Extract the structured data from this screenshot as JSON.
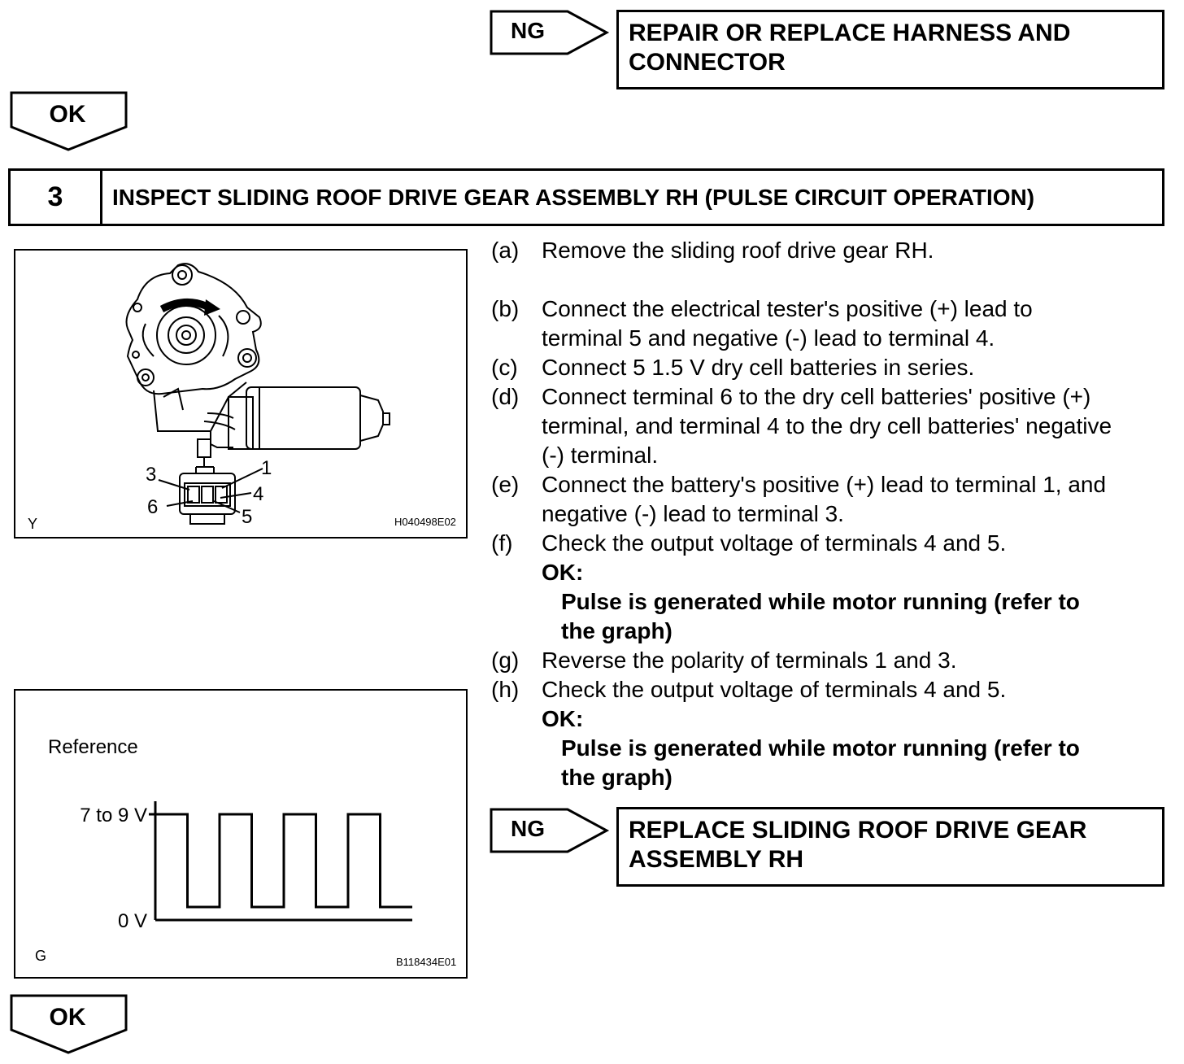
{
  "top_ng": {
    "tag": "NG",
    "result": "REPAIR OR REPLACE HARNESS AND CONNECTOR",
    "result_line1": "REPAIR OR REPLACE HARNESS AND",
    "result_line2": "CONNECTOR"
  },
  "ok_tag_1": "OK",
  "step_header": {
    "number": "3",
    "title": "INSPECT SLIDING ROOF DRIVE GEAR ASSEMBLY RH (PULSE CIRCUIT OPERATION)"
  },
  "figure_1": {
    "corner_label": "Y",
    "id": "H040498E02",
    "terminal_labels": [
      "1",
      "3",
      "4",
      "5",
      "6"
    ]
  },
  "figure_2": {
    "reference_label": "Reference",
    "corner_label": "G",
    "id": "B118434E01"
  },
  "chart_data": {
    "type": "line",
    "title": "Reference",
    "y_labels": [
      "7 to 9 V",
      "0 V"
    ],
    "series": [
      {
        "states": [
          "high",
          "low",
          "high",
          "low",
          "high",
          "low",
          "high",
          "low"
        ]
      }
    ]
  },
  "steps": [
    {
      "label": "(a)",
      "lines": [
        "Remove the sliding roof drive gear RH."
      ]
    },
    {
      "label": "(b)",
      "lines": [
        "Connect the electrical tester's positive (+) lead to",
        "terminal 5 and negative (-) lead to terminal 4."
      ]
    },
    {
      "label": "(c)",
      "lines": [
        "Connect 5 1.5 V dry cell batteries in series."
      ]
    },
    {
      "label": "(d)",
      "lines": [
        "Connect terminal 6 to the dry cell batteries' positive (+)",
        "terminal, and terminal 4 to the dry cell batteries' negative",
        "(-) terminal."
      ]
    },
    {
      "label": "(e)",
      "lines": [
        "Connect the battery's positive (+) lead to terminal 1, and",
        "negative (-) lead to terminal 3."
      ]
    },
    {
      "label": "(f)",
      "lines": [
        "Check the output voltage of terminals 4 and 5."
      ]
    },
    {
      "ok_label": "OK:",
      "ok_lines": [
        "Pulse is generated while motor running (refer to",
        "the graph)"
      ]
    },
    {
      "label": "(g)",
      "lines": [
        "Reverse the polarity of terminals 1 and 3."
      ]
    },
    {
      "label": "(h)",
      "lines": [
        "Check the output voltage of terminals 4 and 5."
      ]
    },
    {
      "ok_label": "OK:",
      "ok_lines": [
        "Pulse is generated while motor running (refer to",
        "the graph)"
      ]
    }
  ],
  "bottom_ng": {
    "tag": "NG",
    "result_line1": "REPLACE SLIDING ROOF DRIVE GEAR",
    "result_line2": "ASSEMBLY RH"
  },
  "ok_tag_2": "OK"
}
